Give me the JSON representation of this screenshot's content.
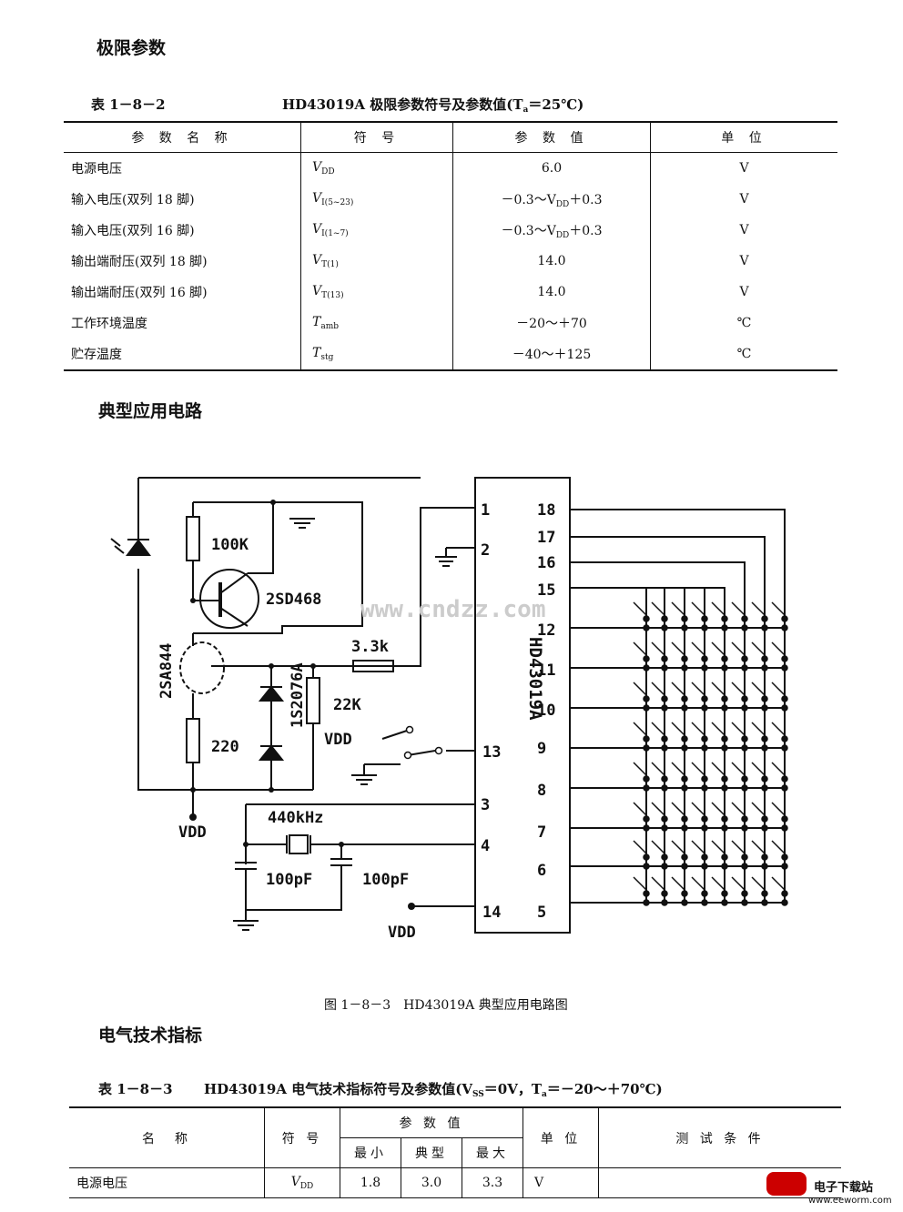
{
  "section1": {
    "title": "极限参数"
  },
  "table1": {
    "label": "表 1－8－2",
    "title": "HD43019A 极限参数符号及参数值(T",
    "title_sub": "a",
    "title_end": "＝25℃)",
    "headers": [
      "参 数 名 称",
      "符 号",
      "参 数 值",
      "单 位"
    ],
    "rows": [
      {
        "name": "电源电压",
        "sym": "V",
        "sub": "DD",
        "value": "6.0",
        "unit": "V"
      },
      {
        "name": "输入电压(双列 18 脚)",
        "sym": "V",
        "sub": "I(5~23)",
        "value": "－0.3～V",
        "value_sub": "DD",
        "value_end": "＋0.3",
        "unit": "V"
      },
      {
        "name": "输入电压(双列 16 脚)",
        "sym": "V",
        "sub": "I(1~7)",
        "value": "－0.3～V",
        "value_sub": "DD",
        "value_end": "＋0.3",
        "unit": "V"
      },
      {
        "name": "输出端耐压(双列 18 脚)",
        "sym": "V",
        "sub": "T(1)",
        "value": "14.0",
        "unit": "V"
      },
      {
        "name": "输出端耐压(双列 16 脚)",
        "sym": "V",
        "sub": "T(13)",
        "value": "14.0",
        "unit": "V"
      },
      {
        "name": "工作环境温度",
        "sym": "T",
        "sub": "amb",
        "value": "－20～＋70",
        "unit": "℃"
      },
      {
        "name": "贮存温度",
        "sym": "T",
        "sub": "stg",
        "value": "－40～＋125",
        "unit": "℃"
      }
    ]
  },
  "section2": {
    "title": "典型应用电路"
  },
  "circuit": {
    "chip": "HD43019A",
    "left_pins": [
      "1",
      "2",
      "13",
      "3",
      "4",
      "14"
    ],
    "right_pins": [
      "18",
      "17",
      "16",
      "15",
      "12",
      "11",
      "10",
      "9",
      "8",
      "7",
      "6",
      "5"
    ],
    "labels": {
      "r1": "100K",
      "q1": "2SD468",
      "q2": "2SA844",
      "r2": "3.3k",
      "d1": "1S2076A",
      "r3": "22K",
      "r4": "220",
      "vdd1": "VDD",
      "vdd2": "VDD",
      "vdd3": "VDD",
      "xtal": "440kHz",
      "c1": "100pF",
      "c2": "100pF"
    },
    "watermark": "www.cndzz.com"
  },
  "figure_caption": "图 1－8－3　HD43019A 典型应用电路图",
  "section3": {
    "title": "电气技术指标"
  },
  "table2": {
    "label": "表 1－8－3",
    "title": "HD43019A 电气技术指标符号及参数值(V",
    "title_sub": "SS",
    "title_mid": "＝0V，T",
    "title_sub2": "a",
    "title_end": "＝－20～＋70℃)",
    "headers": {
      "name": "名　称",
      "sym": "符 号",
      "param": "参 数 值",
      "min": "最小",
      "typ": "典型",
      "max": "最大",
      "unit": "单 位",
      "cond": "测 试 条 件"
    },
    "rows": [
      {
        "name": "电源电压",
        "sym": "V",
        "sub": "DD",
        "min": "1.8",
        "typ": "3.0",
        "max": "3.3",
        "unit": "V",
        "cond": ""
      }
    ]
  },
  "site_watermark": {
    "brand": "电子下载站",
    "url": "www.eeworm.com"
  }
}
